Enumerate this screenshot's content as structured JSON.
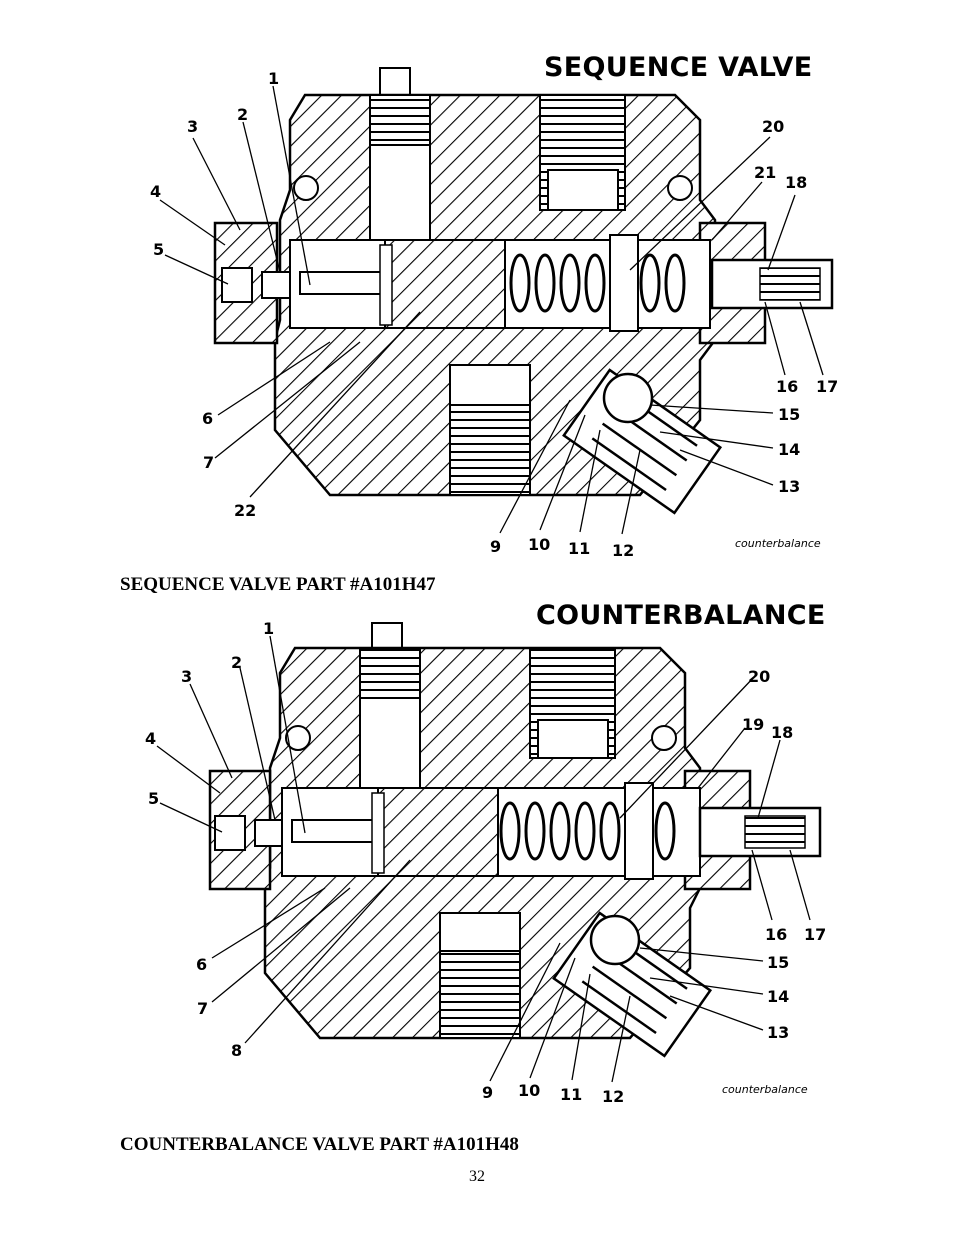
{
  "diagrams": [
    {
      "title": "SEQUENCE VALVE",
      "tag": "counterbalance",
      "caption": "SEQUENCE VALVE PART #A101H47",
      "callouts": [
        "1",
        "2",
        "3",
        "4",
        "5",
        "6",
        "7",
        "22",
        "9",
        "10",
        "11",
        "12",
        "13",
        "14",
        "15",
        "16",
        "17",
        "18",
        "21",
        "20"
      ]
    },
    {
      "title": "COUNTERBALANCE",
      "tag": "counterbalance",
      "caption": "COUNTERBALANCE VALVE PART #A101H48",
      "callouts": [
        "1",
        "2",
        "3",
        "4",
        "5",
        "6",
        "7",
        "8",
        "9",
        "10",
        "11",
        "12",
        "13",
        "14",
        "15",
        "16",
        "17",
        "18",
        "19",
        "20"
      ]
    }
  ],
  "page_number": "32"
}
